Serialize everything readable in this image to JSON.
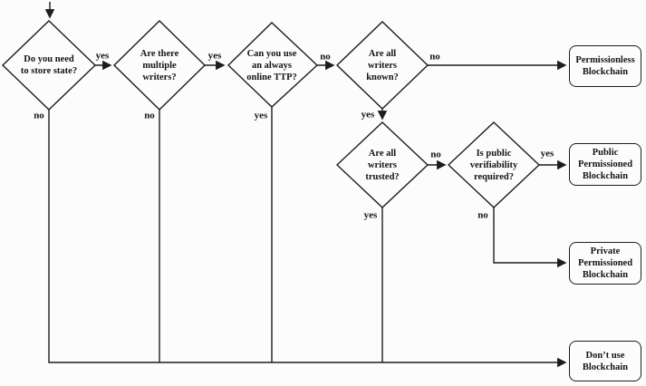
{
  "figure": {
    "name": "Blockchain decision flowchart",
    "background": "#fcfcfc",
    "line_color": "#1d1d1d"
  },
  "diamonds": [
    {
      "id": "store-state",
      "label": "Do you need\nto store state?"
    },
    {
      "id": "multiple-writers",
      "label": "Are there\nmultiple\nwriters?"
    },
    {
      "id": "online-ttp",
      "label": "Can you use\nan always\nonline TTP?"
    },
    {
      "id": "writers-known",
      "label": "Are all\nwriters\nknown?"
    },
    {
      "id": "writers-trusted",
      "label": "Are all\nwriters\ntrusted?"
    },
    {
      "id": "public-verifiability",
      "label": "Is public\nverifiability\nrequired?"
    }
  ],
  "outcomes": [
    {
      "id": "permissionless",
      "label": "Permissionless\nBlockchain"
    },
    {
      "id": "public-permissioned",
      "label": "Public\nPermissioned\nBlockchain"
    },
    {
      "id": "private-permissioned",
      "label": "Private\nPermissioned\nBlockchain"
    },
    {
      "id": "dont-use",
      "label": "Don’t use\nBlockchain"
    }
  ],
  "edge_labels": [
    {
      "id": "store-state-yes",
      "text": "yes"
    },
    {
      "id": "multiple-writers-yes",
      "text": "yes"
    },
    {
      "id": "online-ttp-no",
      "text": "no"
    },
    {
      "id": "writers-known-no",
      "text": "no"
    },
    {
      "id": "store-state-no",
      "text": "no"
    },
    {
      "id": "multiple-writers-no",
      "text": "no"
    },
    {
      "id": "online-ttp-yes",
      "text": "yes"
    },
    {
      "id": "writers-known-yes",
      "text": "yes"
    },
    {
      "id": "writers-trusted-no",
      "text": "no"
    },
    {
      "id": "public-verifiability-yes",
      "text": "yes"
    },
    {
      "id": "writers-trusted-yes",
      "text": "yes"
    },
    {
      "id": "public-verifiability-no",
      "text": "no"
    }
  ]
}
